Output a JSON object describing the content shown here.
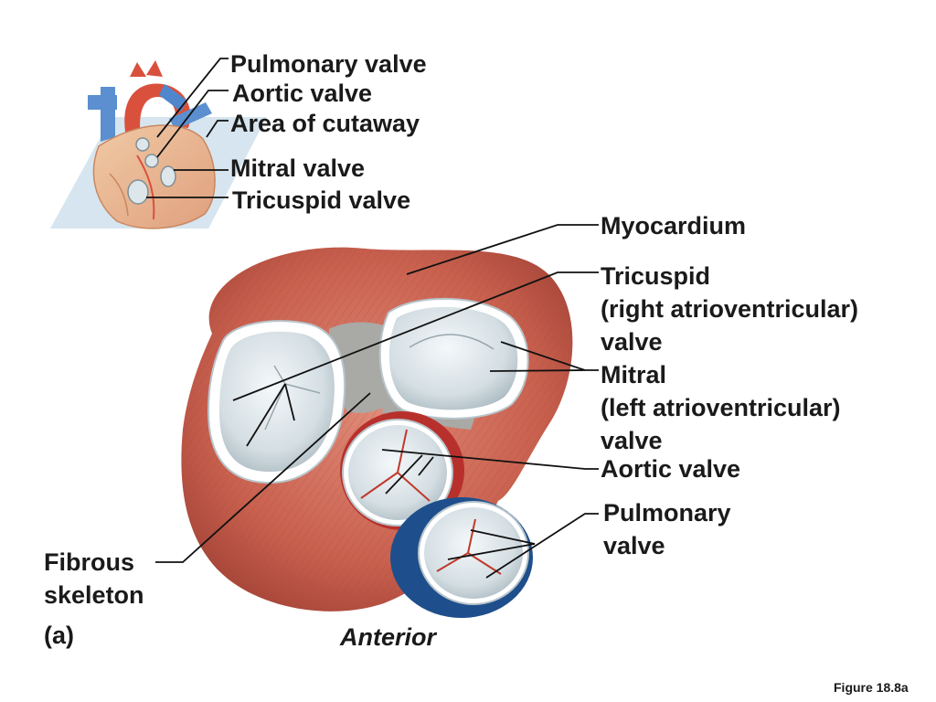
{
  "inset": {
    "labels": {
      "pulmonary_valve": "Pulmonary valve",
      "aortic_valve": "Aortic valve",
      "area_of_cutaway": "Area of cutaway",
      "mitral_valve": "Mitral valve",
      "tricuspid_valve": "Tricuspid valve"
    }
  },
  "main": {
    "labels": {
      "myocardium": "Myocardium",
      "tricuspid": [
        "Tricuspid",
        "(right atrioventricular)",
        "valve"
      ],
      "mitral": [
        "Mitral",
        "(left atrioventricular)",
        "valve"
      ],
      "aortic_valve": "Aortic valve",
      "pulmonary": [
        "Pulmonary",
        "valve"
      ],
      "fibrous_skeleton": [
        "Fibrous",
        "skeleton"
      ]
    },
    "panel_letter": "(a)",
    "orientation": "Anterior"
  },
  "figure_number": "Figure 18.8a",
  "colors": {
    "myocardium": "#c8604f",
    "aortic_ring": "#b8302c",
    "pulmonary_ring": "#1e4f8c",
    "valve_leaflet": "#dde6ea",
    "fibrous_tissue": "#a9a9a6",
    "leader_line": "#111111"
  }
}
